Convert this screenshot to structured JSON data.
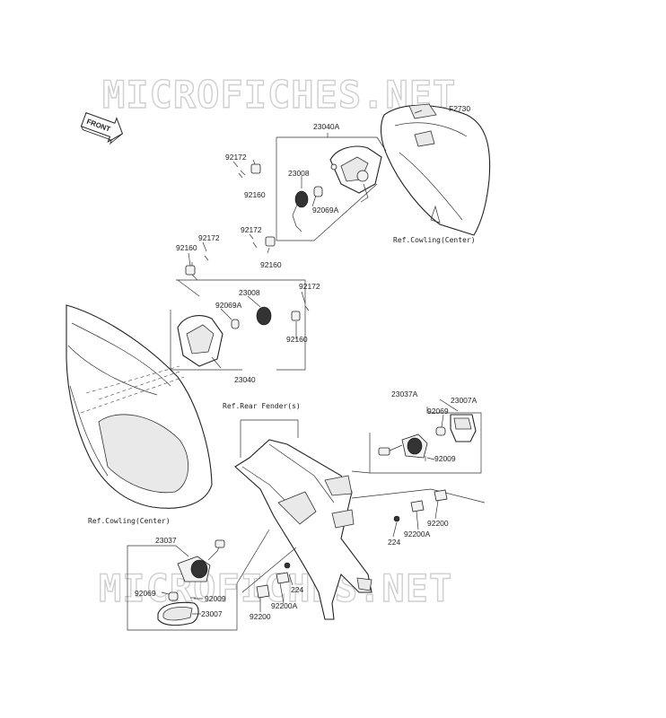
{
  "watermark": "MICROFICHES.NET",
  "front_label": "FRONT",
  "labels": {
    "f2730": "F2730",
    "a23040a": "23040A",
    "a92172_1": "92172",
    "a92160_1": "92160",
    "a23008_1": "23008",
    "a92069a_1": "92069A",
    "a92172_2": "92172",
    "a92160_2": "92160",
    "a92172_3": "92172",
    "a92160_3": "92160",
    "a23008_2": "23008",
    "a92069a_2": "92069A",
    "a92172_4": "92172",
    "a92160_4": "92160",
    "a23040": "23040",
    "a23037a": "23037A",
    "a23007a": "23007A",
    "a92069_1": "92069",
    "a92009_1": "92009",
    "a92200_1": "92200",
    "a92200a_1": "92200A",
    "a224_1": "224",
    "a23037": "23037",
    "a92069_2": "92069",
    "a92009_2": "92009",
    "a23007": "23007",
    "a224_2": "224",
    "a92200a_2": "92200A",
    "a92200_2": "92200"
  },
  "refs": {
    "cowling_center_top": "Ref.Cowling(Center)",
    "rear_fender": "Ref.Rear Fender(s)",
    "cowling_center_left": "Ref.Cowling(Center)"
  }
}
